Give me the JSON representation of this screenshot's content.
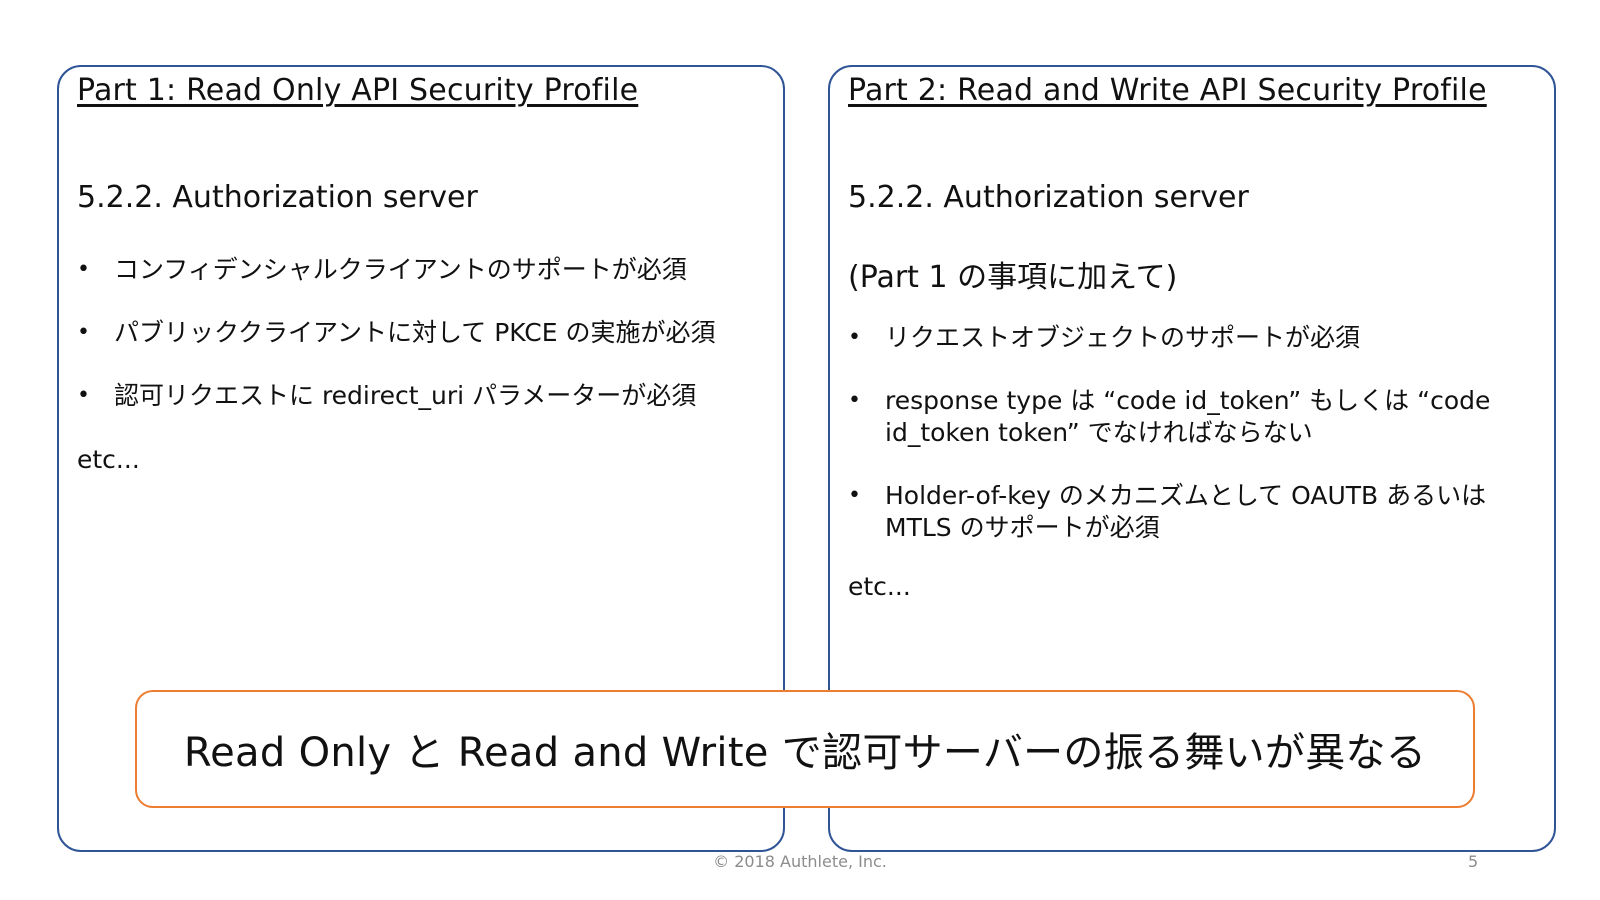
{
  "left_panel": {
    "title": "Part 1: Read Only API Security Profile",
    "heading": "5.2.2. Authorization server",
    "bullets": [
      "コンフィデンシャルクライアントのサポートが必須",
      "パブリッククライアントに対して PKCE の実施が必須",
      "認可リクエストに redirect_uri パラメーターが必須"
    ],
    "etc": "etc..."
  },
  "right_panel": {
    "title": "Part 2: Read and Write API Security Profile",
    "heading": "5.2.2. Authorization server",
    "note": "(Part 1 の事項に加えて)",
    "bullets": [
      "リクエストオブジェクトのサポートが必須",
      "response type は “code id_token” もしくは “code id_token token” でなければならない",
      "Holder-of-key のメカニズムとして OAUTB あるいは MTLS のサポートが必須"
    ],
    "etc": "etc..."
  },
  "callout": {
    "text": "Read Only と Read and Write で認可サーバーの振る舞いが異なる"
  },
  "bullet_symbol": "•",
  "footer": {
    "copyright": "© 2018 Authlete, Inc.",
    "page_number": "5"
  },
  "colors": {
    "panel_border": "#2f5597",
    "callout_border": "#ed7d31"
  }
}
